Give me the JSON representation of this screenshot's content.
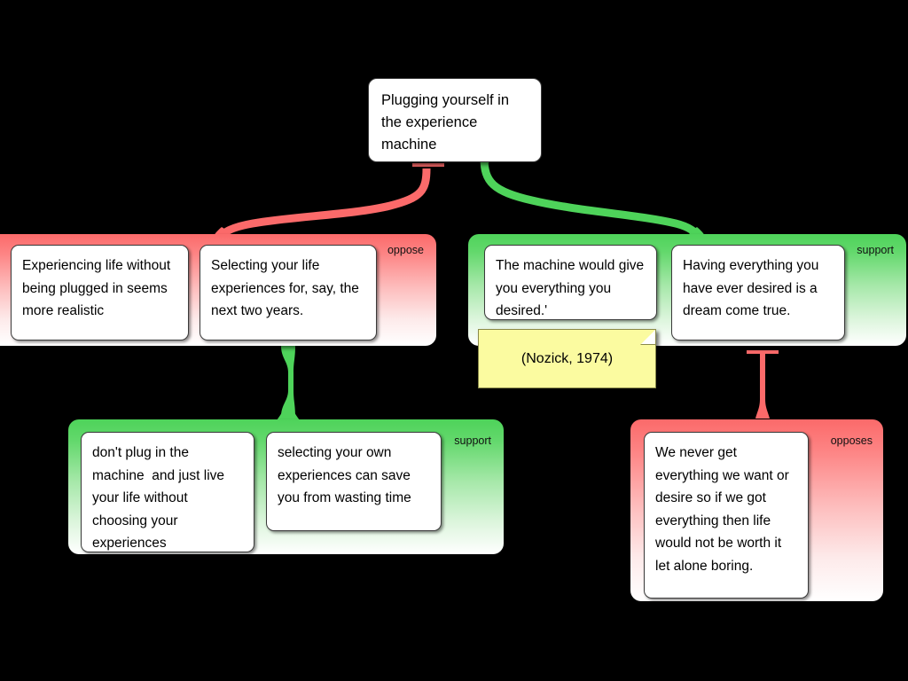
{
  "diagram": {
    "title": "Argument map: Plugging yourself in the experience machine",
    "colors": {
      "oppose": "#fb6a6a",
      "support": "#4ed35a",
      "note": "#fbfba0",
      "background": "#000000",
      "box": "#ffffff"
    }
  },
  "root": {
    "text": "Plugging yourself in the experience machine"
  },
  "groups": [
    {
      "id": "oppose-top",
      "label": "oppose",
      "stance": "oppose",
      "claims": [
        {
          "text": "Experiencing life without being plugged in seems more realistic"
        },
        {
          "text": "Selecting your life experiences for, say, the next two years."
        }
      ]
    },
    {
      "id": "support-top",
      "label": "support",
      "stance": "support",
      "claims": [
        {
          "text": "The machine would give you everything you desired.'"
        },
        {
          "text": "Having everything you have ever desired is a dream come true."
        }
      ]
    },
    {
      "id": "support-bottom",
      "label": "support",
      "stance": "support",
      "claims": [
        {
          "text": "don't plug in the machine  and just live your life without choosing your experiences"
        },
        {
          "text": "selecting your own experiences can save you from wasting time"
        }
      ]
    },
    {
      "id": "oppose-bottom",
      "label": "opposes",
      "stance": "oppose",
      "claims": [
        {
          "text": "We never get everything we want or desire so if we got everything then life would not be worth it let alone boring."
        }
      ]
    }
  ],
  "notes": [
    {
      "text": "(Nozick, 1974)"
    }
  ]
}
